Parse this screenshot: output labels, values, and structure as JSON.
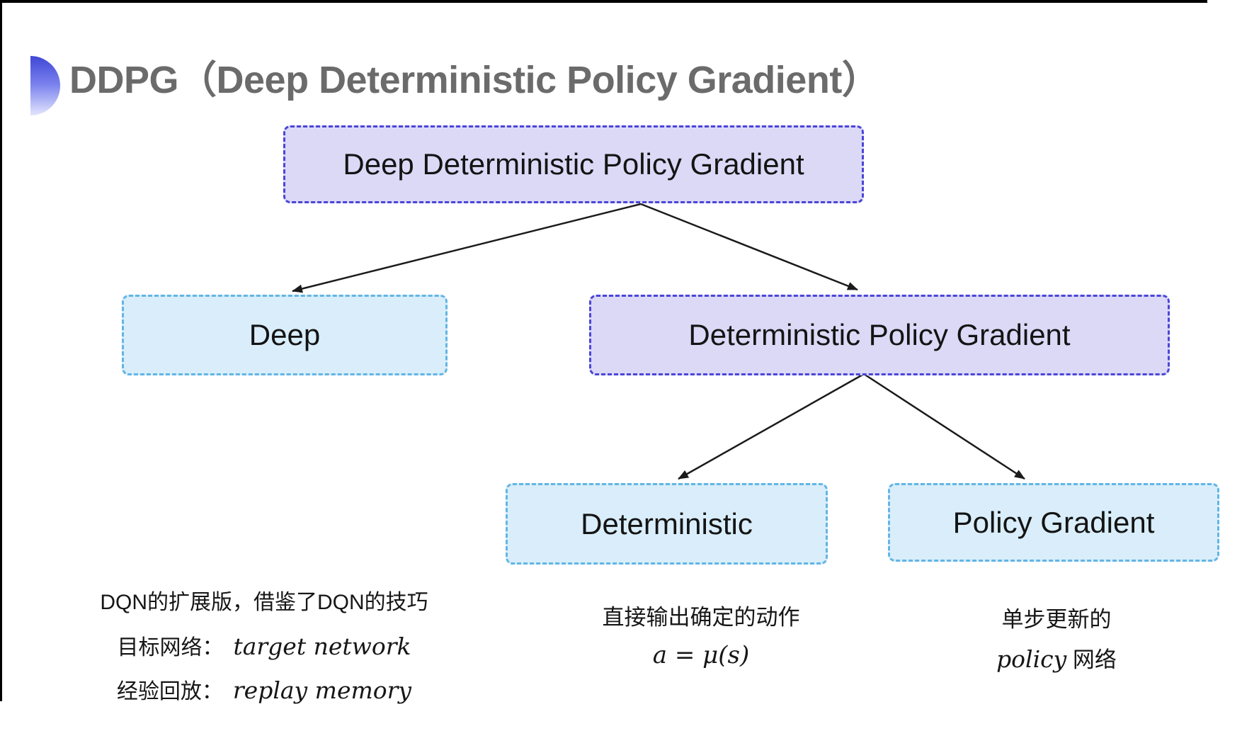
{
  "title": {
    "text": "DDPG（Deep Deterministic Policy Gradient）",
    "color": "#6b6b6b"
  },
  "colors": {
    "lavender_fill": "#dcd9f7",
    "lavender_border": "#4a45d8",
    "cyan_fill": "#d9eefa",
    "cyan_border": "#62b5e5",
    "arrow": "#1b1b1b",
    "title_gray": "#6b6b6b",
    "bullet_gradient_top": "#3f46d6",
    "bullet_gradient_bottom": "#e3e6fc"
  },
  "tree": {
    "root": {
      "label": "Deep Deterministic Policy Gradient"
    },
    "deep": {
      "label": "Deep"
    },
    "dpg": {
      "label": "Deterministic Policy Gradient"
    },
    "deterministic": {
      "label": "Deterministic"
    },
    "policy_gradient": {
      "label": "Policy Gradient"
    }
  },
  "notes": {
    "deep": {
      "line1": "DQN的扩展版，借鉴了DQN的技巧",
      "line2_label": "目标网络：",
      "line2_term": "target network",
      "line3_label": "经验回放：",
      "line3_term": "replay memory"
    },
    "deterministic": {
      "line1": "直接输出确定的动作",
      "formula": "a = μ(s)"
    },
    "policy_gradient": {
      "line1": "单步更新的",
      "line2_term": "policy",
      "line2_suffix": " 网络"
    }
  }
}
